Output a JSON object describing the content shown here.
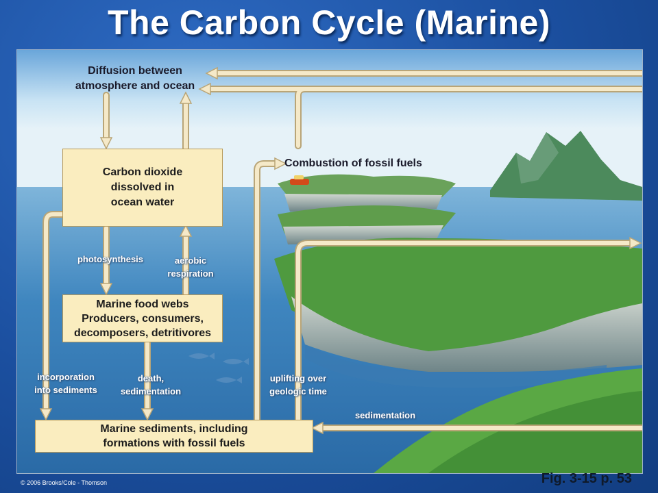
{
  "title": "The Carbon Cycle (Marine)",
  "labels": {
    "diffusion": "Diffusion between\natmosphere and ocean",
    "combustion": "Combustion of fossil fuels",
    "photosynthesis": "photosynthesis",
    "aerobic": "aerobic\nrespiration",
    "incorporation": "incorporation\ninto sediments",
    "death": "death,\nsedimentation",
    "uplifting": "uplifting over\ngeologic time",
    "sedimentation": "sedimentation"
  },
  "boxes": {
    "co2": "Carbon dioxide\ndissolved in\nocean water",
    "foodwebs": "Marine food webs\nProducers, consumers,\ndecomposers, detritivores",
    "sediments": "Marine sediments, including\nformations with fossil fuels"
  },
  "credit": "© 2006 Brooks/Cole - Thomson",
  "figure_ref": "Fig. 3-15 p. 53",
  "colors": {
    "slide_background": "#1b4f9f",
    "box_fill": "#faedbf",
    "arrow_fill": "#f5e6bf",
    "sky": "#c9e3f3",
    "ocean": "#3f86bf",
    "land_green": "#4f9a3f"
  }
}
